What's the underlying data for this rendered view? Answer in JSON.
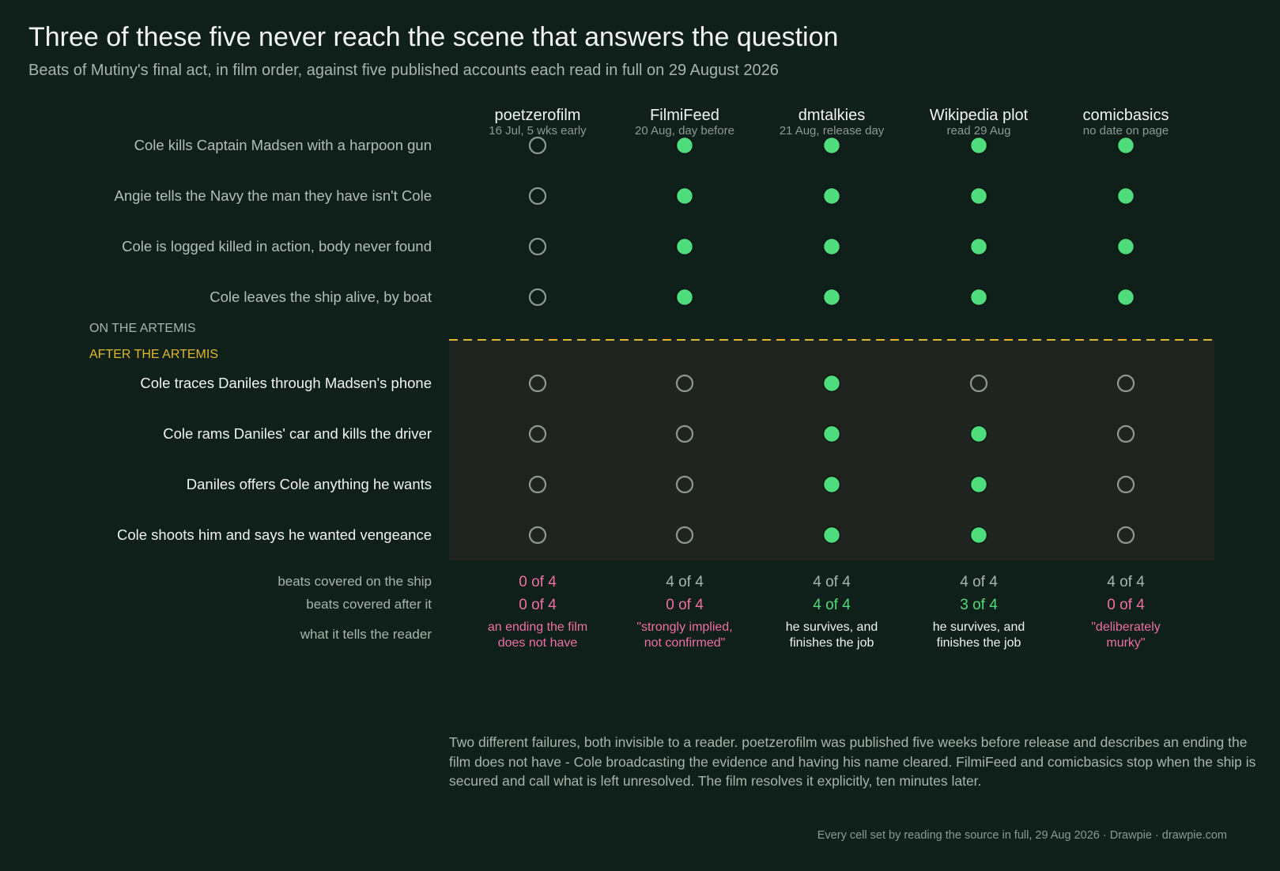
{
  "title": "Three of these five never reach the scene that answers the question",
  "subtitle": "Beats of Mutiny's final act, in film order, against five published accounts each read in full on 29 August 2026",
  "colors": {
    "background": "#0f1f19",
    "covered": "#4fdc7c",
    "not_covered_ring": "#8f9893",
    "after_band": "#1f2421",
    "divider": "#e0b92c",
    "failure": "#f06fa5",
    "success": "#4fdc7c",
    "neutral": "#a8b5ae",
    "text_bright": "#f1f4f2"
  },
  "chart_data": {
    "type": "table",
    "sources": [
      {
        "name": "poetzerofilm",
        "date": "16 Jul, 5 wks early"
      },
      {
        "name": "FilmiFeed",
        "date": "20 Aug, day before"
      },
      {
        "name": "dmtalkies",
        "date": "21 Aug, release day"
      },
      {
        "name": "Wikipedia plot",
        "date": "read 29 Aug"
      },
      {
        "name": "comicbasics",
        "date": "no date on page"
      }
    ],
    "section_labels": {
      "on_ship": "ON THE ARTEMIS",
      "after_ship": "AFTER THE ARTEMIS"
    },
    "beats": [
      {
        "label": "Cole kills Captain Madsen with a harpoon gun",
        "section": "on_ship",
        "covered": [
          false,
          true,
          true,
          true,
          true
        ]
      },
      {
        "label": "Angie tells the Navy the man they have isn't Cole",
        "section": "on_ship",
        "covered": [
          false,
          true,
          true,
          true,
          true
        ]
      },
      {
        "label": "Cole is logged killed in action, body never found",
        "section": "on_ship",
        "covered": [
          false,
          true,
          true,
          true,
          true
        ]
      },
      {
        "label": "Cole leaves the ship alive, by boat",
        "section": "on_ship",
        "covered": [
          false,
          true,
          true,
          true,
          true
        ]
      },
      {
        "label": "Cole traces Daniles through Madsen's phone",
        "section": "after_ship",
        "covered": [
          false,
          false,
          true,
          false,
          false
        ]
      },
      {
        "label": "Cole rams Daniles' car and kills the driver",
        "section": "after_ship",
        "covered": [
          false,
          false,
          true,
          true,
          false
        ]
      },
      {
        "label": "Daniles offers Cole anything he wants",
        "section": "after_ship",
        "covered": [
          false,
          false,
          true,
          true,
          false
        ]
      },
      {
        "label": "Cole shoots him and says he wanted vengeance",
        "section": "after_ship",
        "covered": [
          false,
          false,
          true,
          true,
          false
        ]
      }
    ],
    "summary_rows": [
      {
        "label": "beats covered on the ship",
        "values": [
          {
            "text": "0 of 4",
            "tone": "failure"
          },
          {
            "text": "4 of 4",
            "tone": "neutral"
          },
          {
            "text": "4 of 4",
            "tone": "neutral"
          },
          {
            "text": "4 of 4",
            "tone": "neutral"
          },
          {
            "text": "4 of 4",
            "tone": "neutral"
          }
        ]
      },
      {
        "label": "beats covered after it",
        "values": [
          {
            "text": "0 of 4",
            "tone": "failure"
          },
          {
            "text": "0 of 4",
            "tone": "failure"
          },
          {
            "text": "4 of 4",
            "tone": "success"
          },
          {
            "text": "3 of 4",
            "tone": "success"
          },
          {
            "text": "0 of 4",
            "tone": "failure"
          }
        ]
      }
    ],
    "verdict_row": {
      "label": "what it tells the reader",
      "values": [
        {
          "lines": [
            "an ending the film",
            "does not have"
          ],
          "tone": "failure"
        },
        {
          "lines": [
            "\"strongly implied,",
            "not confirmed\""
          ],
          "tone": "failure"
        },
        {
          "lines": [
            "he survives, and",
            "finishes the job"
          ],
          "tone": "bright"
        },
        {
          "lines": [
            "he survives, and",
            "finishes the job"
          ],
          "tone": "bright"
        },
        {
          "lines": [
            "\"deliberately",
            "murky\""
          ],
          "tone": "failure"
        }
      ]
    }
  },
  "note": "Two different failures, both invisible to a reader. poetzerofilm was published five weeks before release and describes an ending the film does not have - Cole broadcasting the evidence and having his name cleared. FilmiFeed and comicbasics stop when the ship is secured and call what is left unresolved. The film resolves it explicitly, ten minutes later.",
  "footer": "Every cell set by reading the source in full, 29 Aug 2026  ·  Drawpie · drawpie.com"
}
